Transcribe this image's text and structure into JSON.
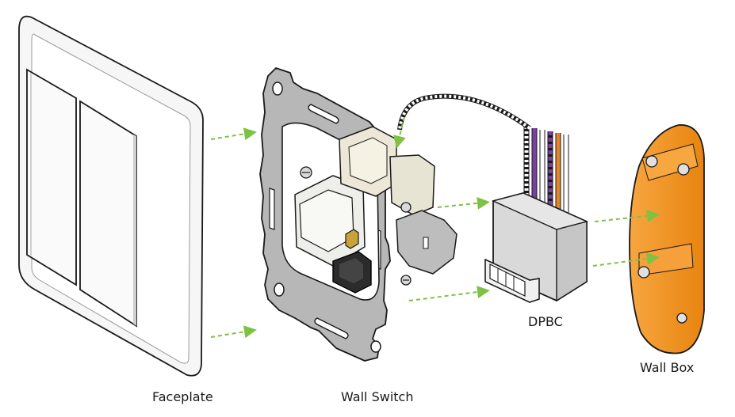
{
  "labels": {
    "faceplate": "Faceplate",
    "wall_switch": "Wall Switch",
    "dpbc": "DPBC",
    "wall_box": "Wall Box"
  },
  "colors": {
    "arrow": "#7dc242",
    "wall_box": "#f3921f",
    "switch_frame": "#b7b7b7",
    "module": "#d8d8d8",
    "outline": "#1a1a1a"
  }
}
